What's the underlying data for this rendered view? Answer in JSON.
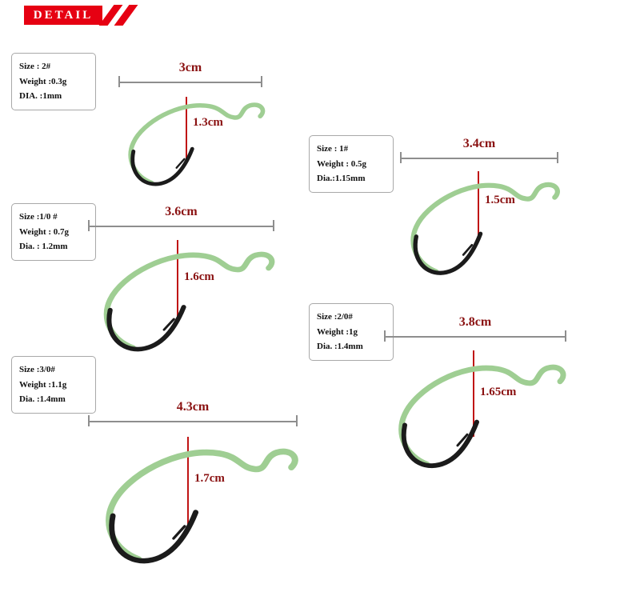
{
  "header": {
    "title": "DETAIL"
  },
  "colors": {
    "accent_red": "#e60012",
    "hook_green": "#9fce93",
    "hook_point_black": "#1b1b1b",
    "dimension_line_red": "#c01414",
    "dimension_line_gray": "#8e8e8e",
    "label_maroon": "#8a1111"
  },
  "hooks": [
    {
      "spec": {
        "size": "Size : 2#",
        "weight": "Weight :0.3g",
        "dia": "DIA. :1mm"
      },
      "width_label": "3cm",
      "height_label": "1.3cm"
    },
    {
      "spec": {
        "size": "Size : 1#",
        "weight": "Weight : 0.5g",
        "dia": "Dia.:1.15mm"
      },
      "width_label": "3.4cm",
      "height_label": "1.5cm"
    },
    {
      "spec": {
        "size": "Size :1/0 #",
        "weight": "Weight : 0.7g",
        "dia": "Dia. : 1.2mm"
      },
      "width_label": "3.6cm",
      "height_label": "1.6cm"
    },
    {
      "spec": {
        "size": "Size :2/0#",
        "weight": "Weight :1g",
        "dia": "Dia. :1.4mm"
      },
      "width_label": "3.8cm",
      "height_label": "1.65cm"
    },
    {
      "spec": {
        "size": "Size :3/0#",
        "weight": "Weight :1.1g",
        "dia": "Dia. :1.4mm"
      },
      "width_label": "4.3cm",
      "height_label": "1.7cm"
    }
  ]
}
